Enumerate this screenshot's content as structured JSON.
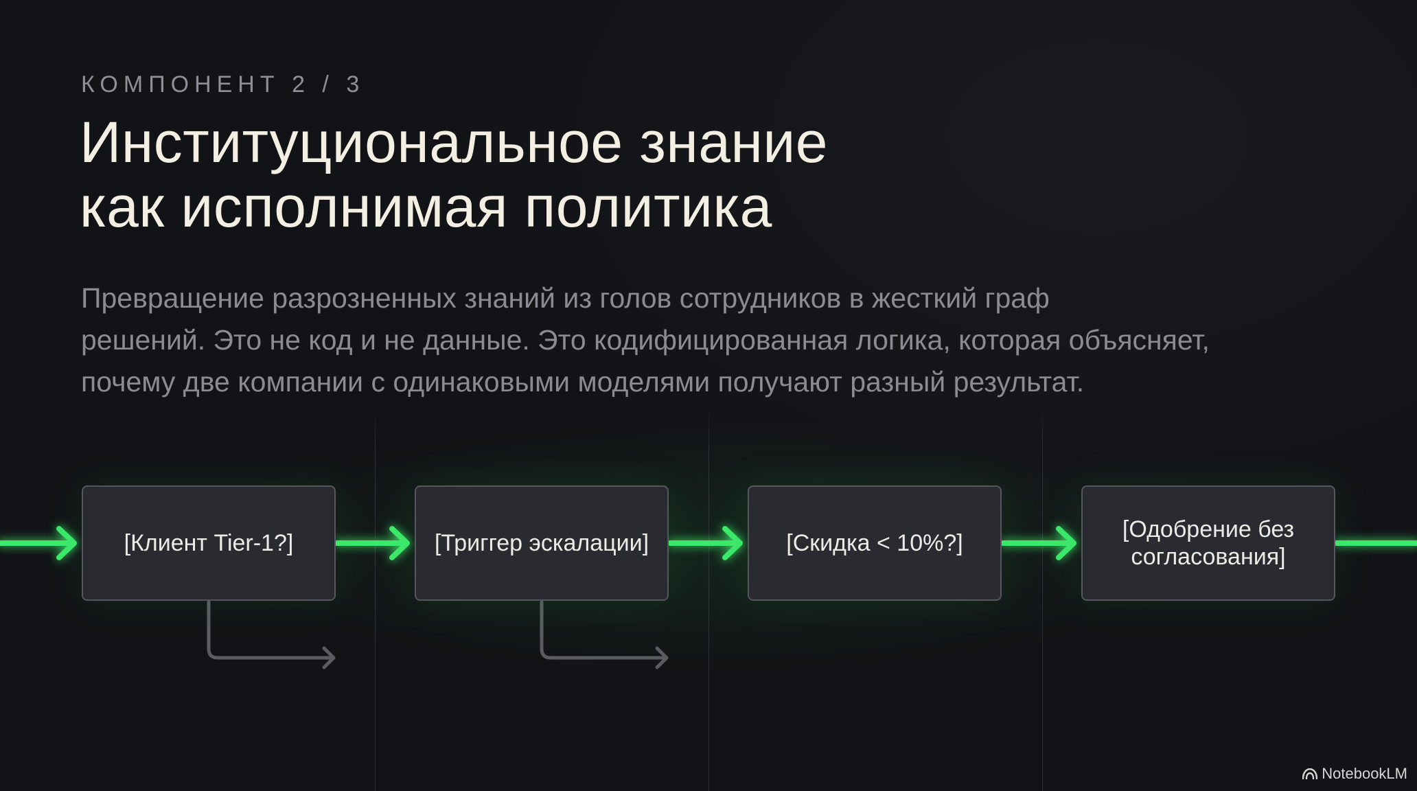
{
  "slide": {
    "eyebrow": "КОМПОНЕНТ 2 / 3",
    "title_lines": [
      "Институциональное знание",
      "как исполнимая политика"
    ],
    "description_lines": [
      "Превращение разрозненных знаний из голов сотрудников в жесткий граф",
      "решений. Это не код и не данные. Это кодифицированная логика, которая объясняет,",
      "почему две компании с одинаковыми моделями получают разный результат."
    ]
  },
  "flow": {
    "nodes": [
      {
        "label": "[Клиент Tier-1?]"
      },
      {
        "label": "[Триггер эскалации]"
      },
      {
        "label": "[Скидка < 10%?]"
      },
      {
        "label": "[Одобрение без согласования]"
      }
    ],
    "colors": {
      "accent": "#3ee86a",
      "branch": "#5a5c62",
      "node_fill": "#2a2b30",
      "node_border": "#55575d"
    }
  },
  "brand": {
    "name": "NotebookLM",
    "icon": "notebooklm-logo-icon"
  }
}
